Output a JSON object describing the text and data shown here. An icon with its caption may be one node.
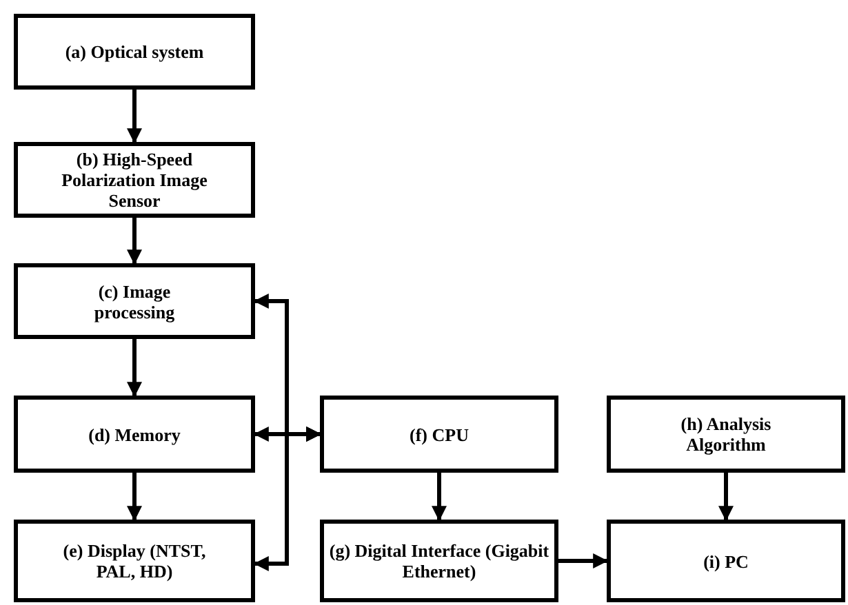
{
  "diagram": {
    "nodes": [
      {
        "text": [
          "(a) Optical system"
        ]
      },
      {
        "text": [
          "(b) High-Speed Polarization Image Sensor"
        ]
      },
      {
        "text": [
          "(c) Image processing"
        ]
      },
      {
        "text": [
          "(d) Memory"
        ]
      },
      {
        "text": [
          "(e) Display (NTST, PAL, HD)"
        ]
      },
      {
        "text": [
          "(f) CPU"
        ]
      },
      {
        "text": [
          "(g) Digital Interface (Gigabit Ethernet)"
        ]
      },
      {
        "text": [
          "(h) Analysis Algorithm"
        ]
      },
      {
        "text": [
          "(i) PC"
        ]
      }
    ],
    "edges": [
      {
        "from": 0,
        "to": 1,
        "arrow": "to"
      },
      {
        "from": 1,
        "to": 2,
        "arrow": "to"
      },
      {
        "from": 2,
        "to": 3,
        "arrow": "to"
      },
      {
        "from": 3,
        "to": 4,
        "arrow": "to"
      },
      {
        "from": 5,
        "to": 2,
        "arrow": "both"
      },
      {
        "from": 5,
        "to": 3,
        "arrow": "both"
      },
      {
        "from": 5,
        "to": 4,
        "arrow": "both"
      },
      {
        "from": 5,
        "to": 6,
        "arrow": "to"
      },
      {
        "from": 7,
        "to": 8,
        "arrow": "to"
      },
      {
        "from": 6,
        "to": 8,
        "arrow": "to"
      }
    ]
  }
}
